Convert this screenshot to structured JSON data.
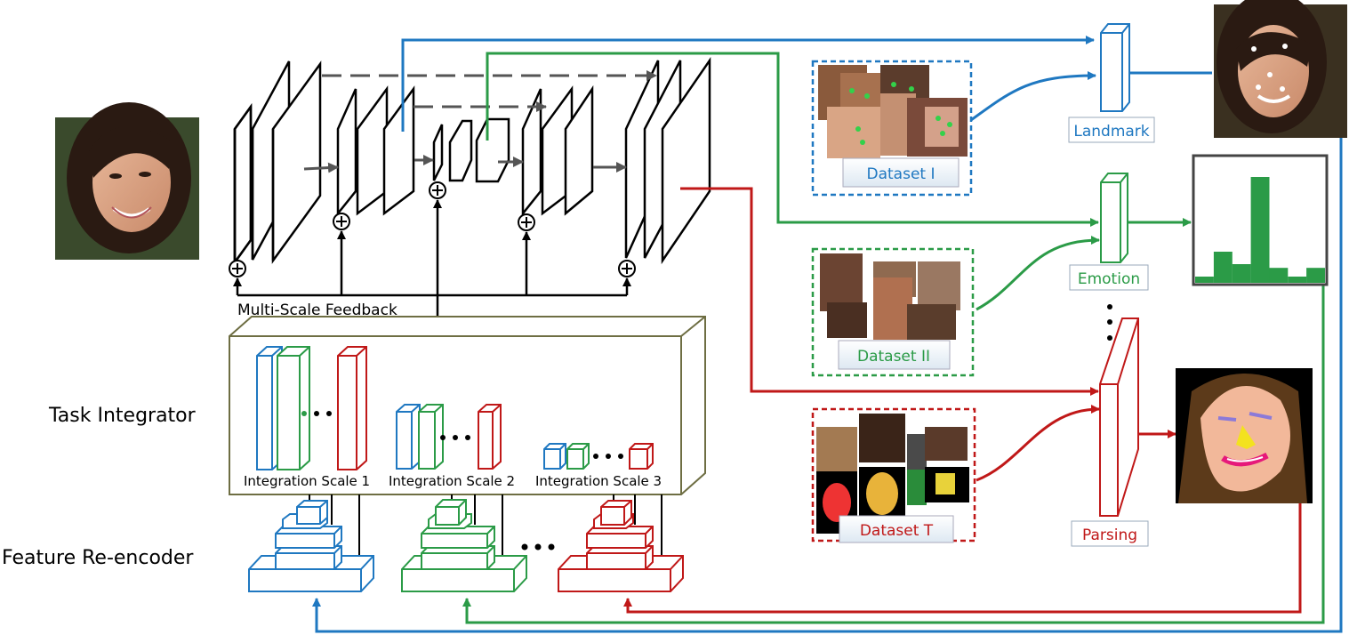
{
  "colors": {
    "landmark": "#1f78c1",
    "emotion": "#2b9b47",
    "parsing": "#c01818",
    "integrator_border": "#6e6e43",
    "arrow_gray": "#555555",
    "dark": "#000000"
  },
  "labels": {
    "multi_scale_feedback": "Multi-Scale Feedback",
    "task_integrator": "Task Integrator",
    "feature_reencoder": "Feature Re-encoder",
    "integration_scale_1": "Integration Scale 1",
    "integration_scale_2": "Integration Scale 2",
    "integration_scale_3": "Integration Scale 3",
    "dataset_1": "Dataset I",
    "dataset_2": "Dataset II",
    "dataset_t": "Dataset T",
    "landmark": "Landmark",
    "emotion": "Emotion",
    "parsing": "Parsing"
  },
  "icons": {
    "input_photo": "face-photo-icon",
    "landmark_output_photo": "face-landmark-photo-icon",
    "parsing_output": "face-parsing-map-icon",
    "emotion_output": "emotion-histogram-icon"
  },
  "emotion_histogram": {
    "values": [
      0.05,
      0.25,
      0.15,
      0.85,
      0.12,
      0.05,
      0.12
    ]
  }
}
